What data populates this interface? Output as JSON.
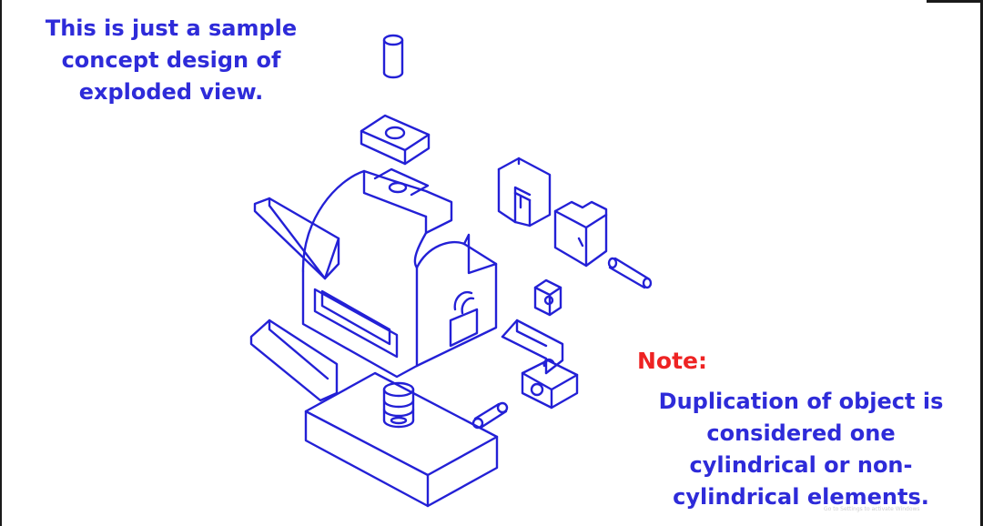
{
  "intro_text": "This is just a sample\nconcept design of\nexploded view.",
  "note": {
    "title": "Note:",
    "body": "Duplication of object is\nconsidered one\ncylindrical or non-\ncylindrical elements."
  },
  "watermark": "Go to Settings to activate Windows",
  "colors": {
    "line": "#2320d6",
    "text": "#2e2bd9",
    "note_title": "#ee2323"
  }
}
